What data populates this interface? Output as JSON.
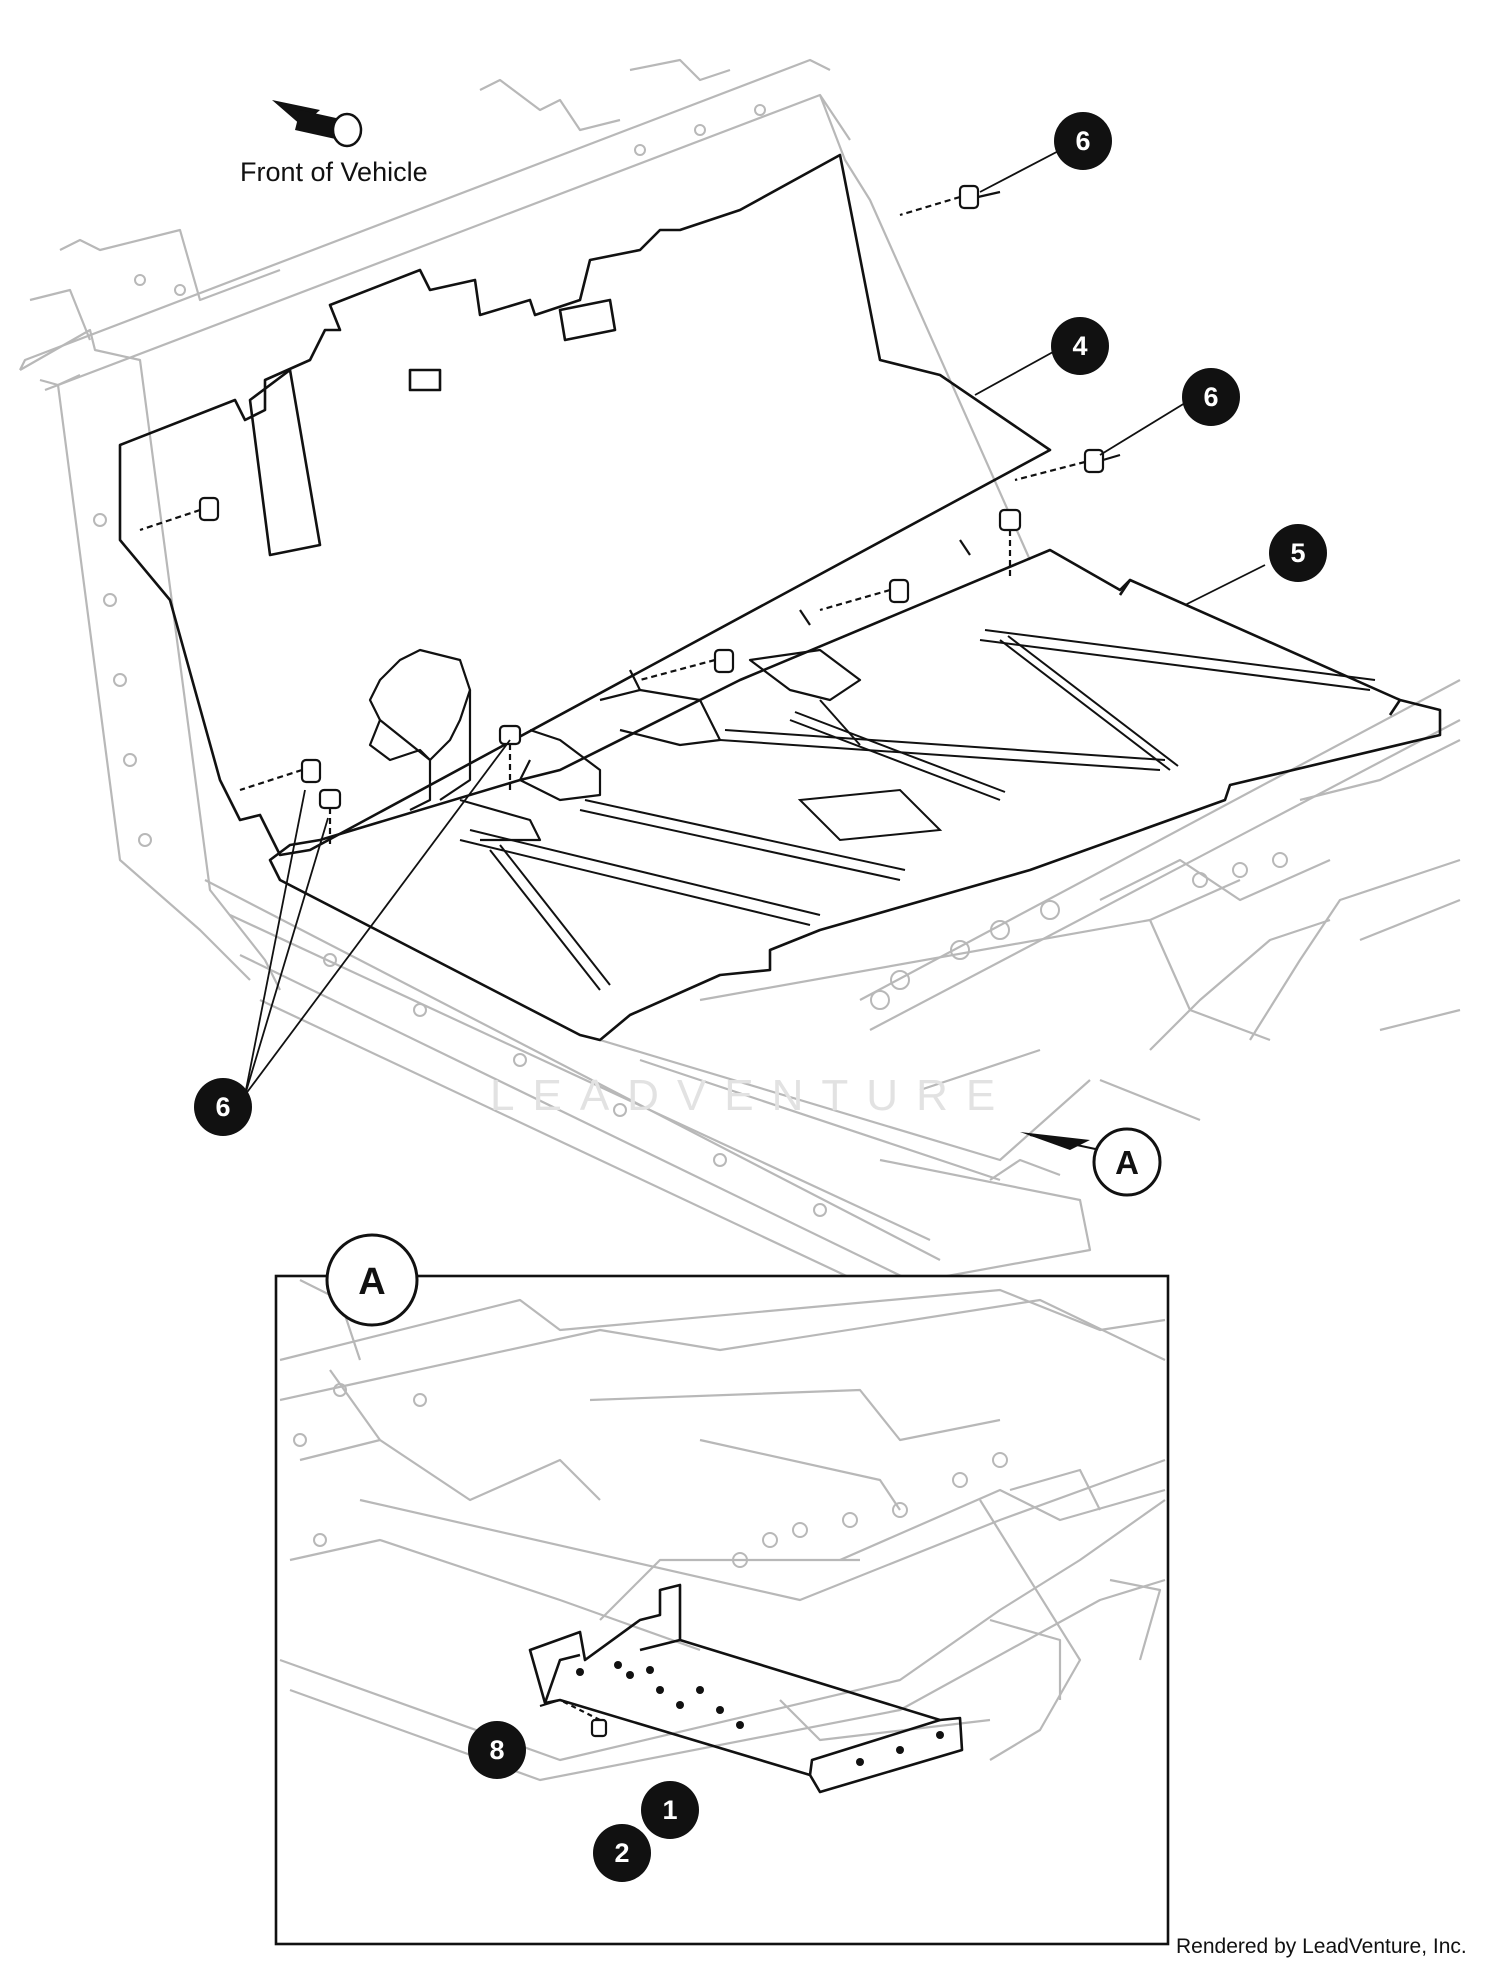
{
  "orientation_label": "Front of Vehicle",
  "callouts": {
    "c6_top": "6",
    "c4": "4",
    "c6_mid": "6",
    "c5": "5",
    "c6_bottom": "6",
    "c8": "8",
    "c1": "1",
    "c2": "2"
  },
  "detail": {
    "reference_letter": "A",
    "inset_letter": "A"
  },
  "watermark": "LEADVENTURE",
  "credit": "Rendered by LeadVenture, Inc.",
  "colors": {
    "line_dark": "#111111",
    "line_light": "#bdbdbd",
    "callout_fill": "#111111"
  }
}
